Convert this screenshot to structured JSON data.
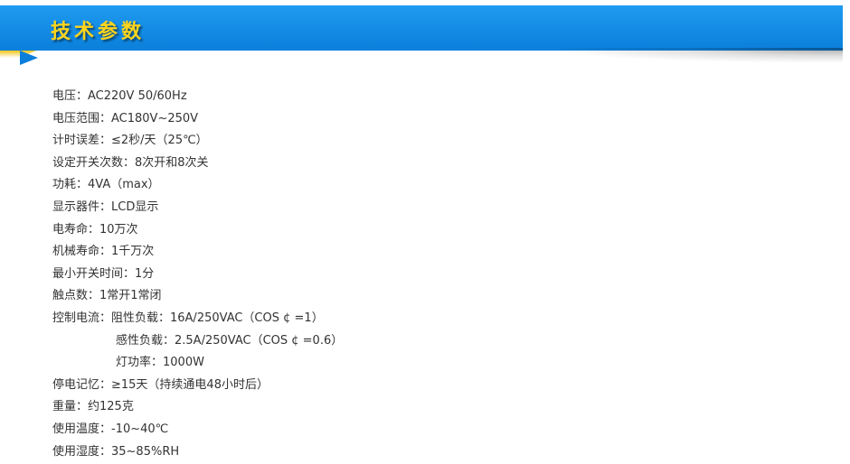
{
  "header": {
    "title": "技术参数"
  },
  "specs": [
    {
      "text": "电压：AC220V 50/60Hz",
      "indent": false
    },
    {
      "text": "电压范围：AC180V~250V",
      "indent": false
    },
    {
      "text": "计时误差：≤2秒/天（25℃）",
      "indent": false
    },
    {
      "text": "设定开关次数：8次开和8次关",
      "indent": false
    },
    {
      "text": "功耗：4VA（max）",
      "indent": false
    },
    {
      "text": "显示器件：LCD显示",
      "indent": false
    },
    {
      "text": "电寿命：10万次",
      "indent": false
    },
    {
      "text": "机械寿命：1千万次",
      "indent": false
    },
    {
      "text": "最小开关时间：1分",
      "indent": false
    },
    {
      "text": "触点数：1常开1常闭",
      "indent": false
    },
    {
      "text": "控制电流：阻性负载：16A/250VAC（COS ¢ =1）",
      "indent": false
    },
    {
      "text": "感性负载：2.5A/250VAC（COS ¢ =0.6）",
      "indent": true
    },
    {
      "text": "灯功率：1000W",
      "indent": true
    },
    {
      "text": "停电记忆：≥15天（持续通电48小时后）",
      "indent": false
    },
    {
      "text": "重量：约125克",
      "indent": false
    },
    {
      "text": "使用温度：-10~40℃",
      "indent": false
    },
    {
      "text": "使用湿度：35~85%RH",
      "indent": false
    }
  ],
  "colors": {
    "banner": "#0a7fdb",
    "title": "#ffd51c",
    "text": "#333333"
  }
}
